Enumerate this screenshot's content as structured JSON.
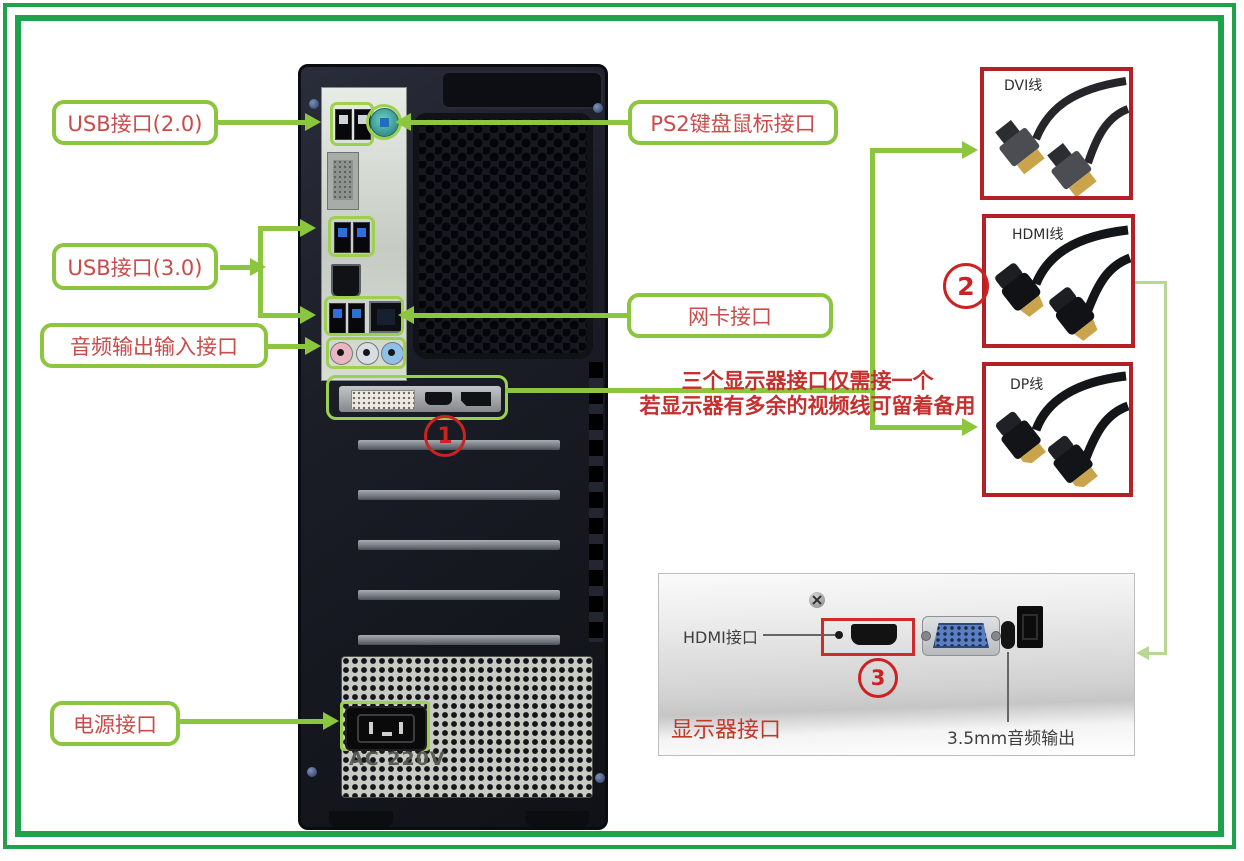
{
  "callouts": {
    "usb20": {
      "label": "USB接口(2.0)"
    },
    "usb30": {
      "label": "USB接口(3.0)"
    },
    "audio_io": {
      "label": "音频输出输入接口"
    },
    "power": {
      "label": "电源接口"
    },
    "ps2": {
      "label": "PS2键盘鼠标接口"
    },
    "lan": {
      "label": "网卡接口"
    }
  },
  "note": {
    "line1": "三个显示器接口仅需接一个",
    "line2": "若显示器有多余的视频线可留着备用"
  },
  "badges": {
    "b1": "1",
    "b2": "2",
    "b3": "3"
  },
  "cables": [
    {
      "label": "DVI线"
    },
    {
      "label": "HDMI线"
    },
    {
      "label": "DP线"
    }
  ],
  "monitor": {
    "hdmi_port_label": "HDMI接口",
    "audio_out_label": "3.5mm音频输出",
    "panel_label": "显示器接口"
  },
  "tower": {
    "psu_voltage": "AC 220V"
  },
  "colors": {
    "frame_green": "#1ea24c",
    "callout_green": "#8cc63e",
    "callout_text_red": "#c94b4a",
    "note_red": "#c5302e",
    "cable_box_red": "#b42025",
    "badge_red": "#cc2222",
    "usb3_blue": "#2f6fd8"
  }
}
